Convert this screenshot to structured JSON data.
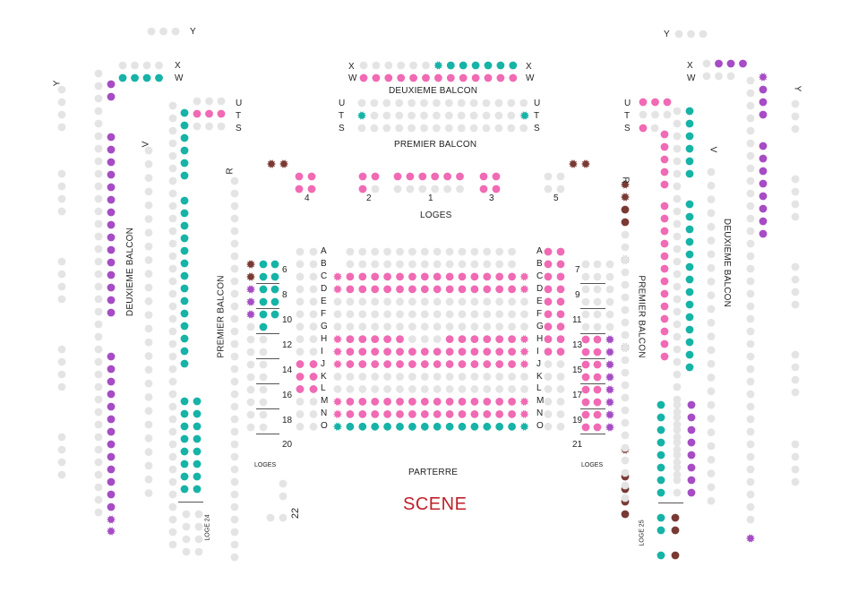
{
  "colors": {
    "empty": "#e4e4e4",
    "pink": "#f06ab4",
    "teal": "#16b3a7",
    "purple": "#a64cc4",
    "brown": "#7a3a34",
    "scene": "#c0202a"
  },
  "labels": {
    "scene": "SCENE",
    "parterre": "PARTERRE",
    "loges": "LOGES",
    "premier_balcon": "PREMIER BALCON",
    "deuxieme_balcon": "DEUXIEME BALCON",
    "loges_small": "LOGES",
    "loge_24": "LOGE 24",
    "loge_25": "LOGE 25"
  },
  "rows": {
    "orchestra": [
      "A",
      "B",
      "C",
      "D",
      "E",
      "F",
      "G",
      "H",
      "I",
      "J",
      "K",
      "L",
      "M",
      "N",
      "O"
    ],
    "balcony_top": [
      "X",
      "W"
    ],
    "premier_top": [
      "U",
      "T",
      "S"
    ],
    "y": "Y",
    "v": "V",
    "r": "R"
  },
  "loge_numbers": {
    "center": [
      "4",
      "2",
      "1",
      "3",
      "5"
    ],
    "left": [
      "6",
      "8",
      "10",
      "12",
      "14",
      "16",
      "18",
      "20",
      "22"
    ],
    "right": [
      "7",
      "9",
      "11",
      "13",
      "15",
      "17",
      "19",
      "21"
    ]
  }
}
